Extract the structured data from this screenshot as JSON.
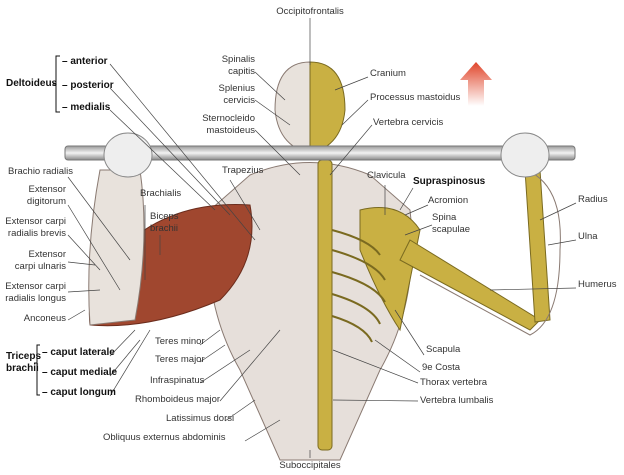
{
  "labels": {
    "occipitofrontalis": "Occipitofrontalis",
    "deltoideus": "Deltoideus",
    "delt_anterior": "– anterior",
    "delt_posterior": "– posterior",
    "delt_medialis": "– medialis",
    "spinalis_capitis": [
      "Spinalis",
      "capitis"
    ],
    "splenius_cervicis": [
      "Splenius",
      "cervicis"
    ],
    "sternocleido": [
      "Sternocleido",
      "mastoideus"
    ],
    "cranium": "Cranium",
    "processus_mastoidus": "Processus mastoidus",
    "vertebra_cervicis": "Vertebra cervicis",
    "brachio_radialis": "Brachio radialis",
    "extensor_digitorum": [
      "Extensor",
      "digitorum"
    ],
    "ext_carpi_rad_brevis": [
      "Extensor carpi",
      "radialis brevis"
    ],
    "ext_carpi_ulnaris": [
      "Extensor",
      "carpi ulnaris"
    ],
    "ext_carpi_rad_longus": [
      "Extensor carpi",
      "radialis longus"
    ],
    "anconeus": "Anconeus",
    "brachialis": "Brachialis",
    "biceps_brachii": [
      "Biceps",
      "brachii"
    ],
    "trapezius": "Trapezius",
    "clavicula": "Clavicula",
    "supraspinosus": "Supraspinosus",
    "acromion": "Acromion",
    "spina_scapulae": [
      "Spina",
      "scapulae"
    ],
    "radius": "Radius",
    "ulna": "Ulna",
    "humerus": "Humerus",
    "scapula": "Scapula",
    "costa": "9e Costa",
    "thorax_vertebra": "Thorax vertebra",
    "vertebra_lumbalis": "Vertebra lumbalis",
    "teres_minor": "Teres minor",
    "teres_major": "Teres major",
    "infraspinatus": "Infraspinatus",
    "rhomboideus": "Rhomboideus major",
    "latissimus": "Latissimus dorsi",
    "obliquus": "Obliquus externus abdominis",
    "suboccipitales": "Suboccipitales",
    "triceps": [
      "Triceps",
      "brachii"
    ],
    "caput_laterale": "– caput laterale",
    "caput_mediale": "– caput mediale",
    "caput_longum": "– caput longum"
  },
  "colors": {
    "muscle": "#a0472f",
    "bone": "#c9b043",
    "skin": "#e8e2dc",
    "arrow": "#e0452a"
  }
}
